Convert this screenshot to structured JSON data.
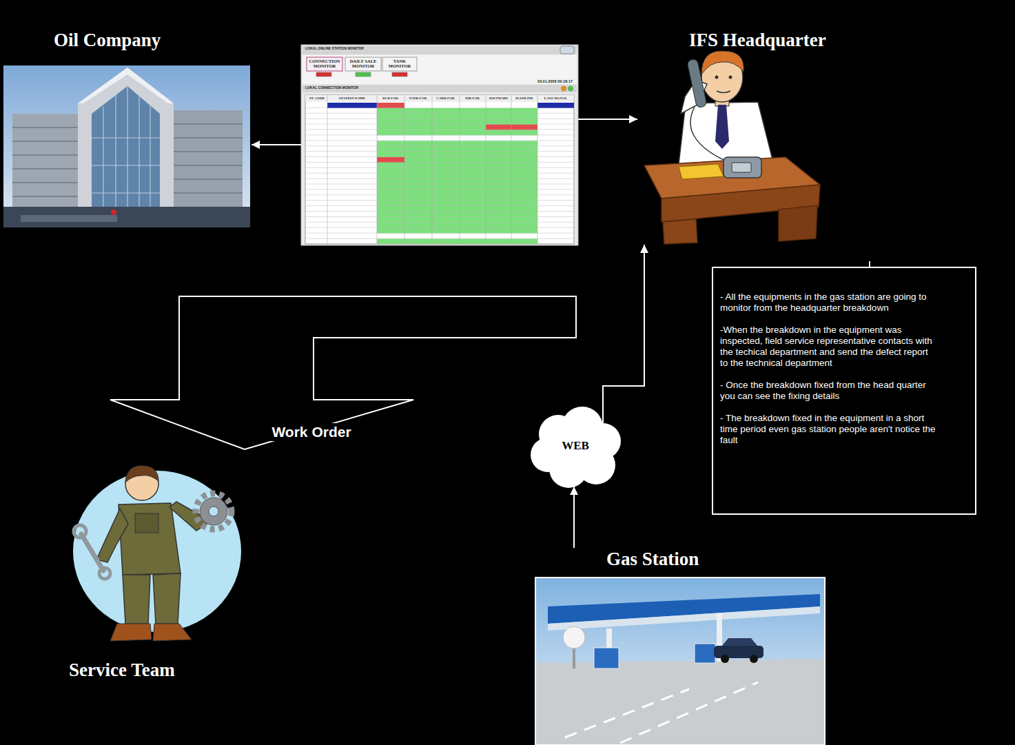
{
  "diagram": {
    "nodes": [
      {
        "text": [
          "Oil Company"
        ]
      },
      {
        "text": [
          "LOKAL ONLINE STATION MONITOR",
          "CONNECTION MONITOR",
          "DAILY SALE MONITOR",
          "TANK MONITOR",
          "03.01.2008 09:18:17",
          "LOKAL CONNECTION MONITOR",
          "ST. CODE",
          "STATION NAME",
          "DCR FAIL",
          "TANK FAIL",
          "CARD FAIL",
          "EIR FAIL",
          "SOFTWARE",
          "IS ONLINE",
          "LAST SIGNAL"
        ]
      },
      {
        "text": [
          "IFS Headquarter"
        ]
      },
      {
        "text": [
          "- All the equipments in the gas station are going to monitor from the headquarter breakdown",
          "-When the breakdown in the equipment was inspected, field service representative contacts with the techical department and send the defect report to the technical department",
          "- Once the breakdown fixed from the head quarter you can see the fixing details",
          "- The breakdown fixed in the equipment in a short time period even gas station people aren't notice the fault"
        ]
      },
      {
        "text": [
          "WEB"
        ]
      },
      {
        "text": [
          "Gas Station"
        ]
      },
      {
        "text": [
          "Service Team"
        ]
      }
    ],
    "edges": [
      {
        "from": 1,
        "to": 0,
        "arrow": "to"
      },
      {
        "from": 1,
        "to": 2,
        "arrow": "to"
      },
      {
        "from": 5,
        "to": 4,
        "arrow": "to"
      },
      {
        "from": 4,
        "to": 2,
        "arrow": "to"
      },
      {
        "from": 1,
        "to": 6,
        "label": "Work Order",
        "arrow": "to"
      }
    ]
  }
}
